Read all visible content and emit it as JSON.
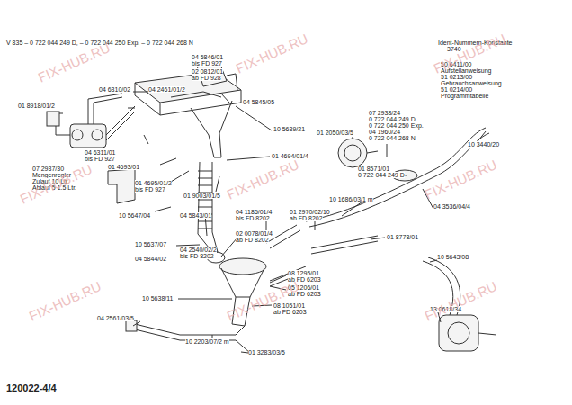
{
  "diagram": {
    "labels": [
      "V 835 – 0 722 044 249 D, – 0 722 044 250 Exp. – 0 722 044 268 N",
      "Ident-Nummern-Konstante",
      "3740",
      "50 6411/00",
      "Aufstellanweisung",
      "51 0213/00",
      "Gebrauchsanweisung",
      "51 0214/00",
      "Programmtabelle",
      "04 5846/01",
      "bis FD 927",
      "02 0812/01",
      "ab FD 928",
      "04 2461/01/2",
      "04 6310/02",
      "04 5845/05",
      "01 8918/01/2",
      "04 6311/01",
      "bis FD 927",
      "01 4693/01",
      "07 2937/30",
      "Mengenregler",
      "Zulauf 10 Ltr.",
      "Ablauf 5 1.5 Ltr.",
      "01 4695/01/2",
      "bis FD 927",
      "10 5639/21",
      "01 4694/01/4",
      "01 9003/01/5",
      "10 5647/04",
      "07 2938/24",
      "0 722 044 249 D",
      "0 722 044 250 Exp.",
      "04 1960/24",
      "0 722 044 268 N",
      "01 2050/03/5",
      "10 3440/20",
      "01 8571/01",
      "0 722 044 249 D",
      "10 1686/03/1 m",
      "04 3536/04/4",
      "04 5843/01",
      "04 1185/01/4",
      "bis FD 8202",
      "01 2970/02/10",
      "ab FD 8202",
      "10 5637/07",
      "04 2540/02/2",
      "bis FD 8202",
      "02 0078/01/4",
      "ab FD 8202",
      "01 8778/01",
      "04 5844/02",
      "10 5643/08",
      "08 1295/01",
      "ab FD 6203",
      "05 1206/01",
      "ab FD 6203",
      "08 1051/01",
      "ab FD 6203",
      "10 5638/11",
      "13 0618/34",
      "04 2561/03/5",
      "10 2203/07/2 m",
      "01 3283/03/5",
      "120022-4/4",
      "FIX-HUB.RU",
      "FIX-HUB.RU",
      "FIX-HUB.RU",
      "FIX-HUB.RU",
      "FIX-HUB.RU",
      "FIX-HUB.RU",
      "FIX-HUB.RU",
      "FIX-HUB.RU",
      "FIX-HUB.RU"
    ]
  }
}
